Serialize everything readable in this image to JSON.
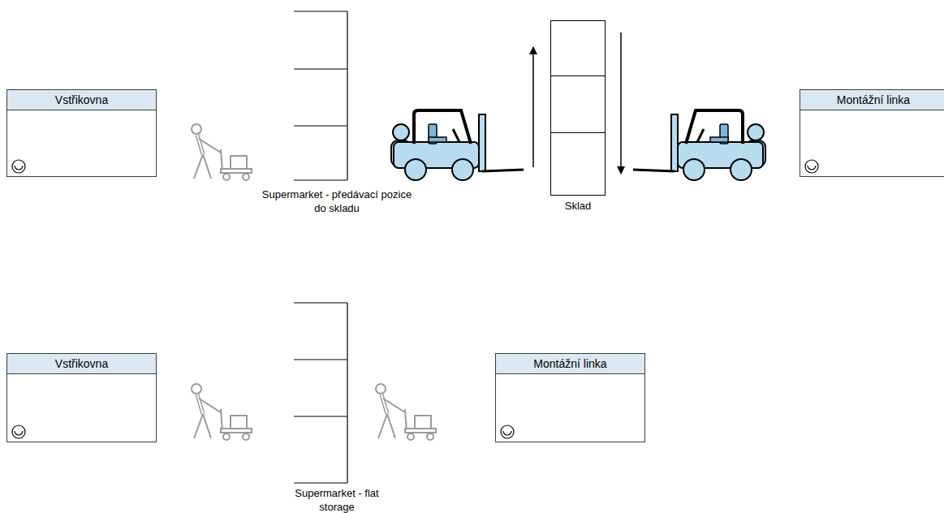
{
  "diagram": {
    "nodes": [
      {
        "text": [
          "Vstřikovna"
        ]
      },
      {
        "text": [
          "Supermarket - předávací pozice do skladu"
        ]
      },
      {
        "text": [
          "Sklad"
        ]
      },
      {
        "text": [
          "Montážní linka"
        ]
      },
      {
        "text": [
          "Vstřikovna"
        ]
      },
      {
        "text": [
          "Supermarket - flat storage"
        ]
      },
      {
        "text": [
          "Montážní linka"
        ]
      }
    ]
  }
}
